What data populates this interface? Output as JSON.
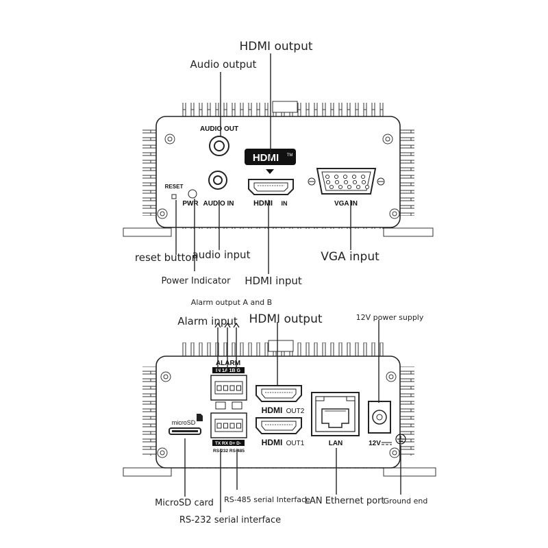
{
  "top_device": {
    "callouts": {
      "hdmi_output": "HDMI output",
      "audio_output": "Audio output",
      "reset_button": "reset button",
      "audio_input": "audio input",
      "vga_input": "VGA input",
      "power_indicator": "Power Indicator",
      "hdmi_input": "HDMI input"
    },
    "panel_labels": {
      "audio_out": "AUDIO OUT",
      "reset": "RESET",
      "pwr": "PWR",
      "audio_in": "AUDIO IN",
      "hdmi_logo": "HDMI",
      "hdmi_tm": "TM",
      "hdmi_in_logo": "HDMI",
      "hdmi_in_suffix": "IN",
      "vga_in": "VGA IN"
    }
  },
  "bottom_device": {
    "callouts": {
      "alarm_output": "Alarm output A and B",
      "alarm_input": "Alarm input",
      "hdmi_output": "HDMI output",
      "power_supply": "12V power supply",
      "microsd_card": "MicroSD card",
      "rs485": "RS-485 serial Interface",
      "lan_port": "LAN Ethernet port",
      "ground_end": "Ground end",
      "rs232": "RS-232 serial interface"
    },
    "panel_labels": {
      "alarm": "ALARM",
      "alarm_pins": "IN 1A 1B G",
      "serial_pins": "TX RX D+ D-",
      "serial_names": "RS-232 RS-485",
      "microsd": "microSD",
      "hdmi_out2_logo": "HDMI",
      "hdmi_out2_suffix": "OUT2",
      "hdmi_out1_logo": "HDMI",
      "hdmi_out1_suffix": "OUT1",
      "lan": "LAN",
      "power": "12V"
    }
  }
}
